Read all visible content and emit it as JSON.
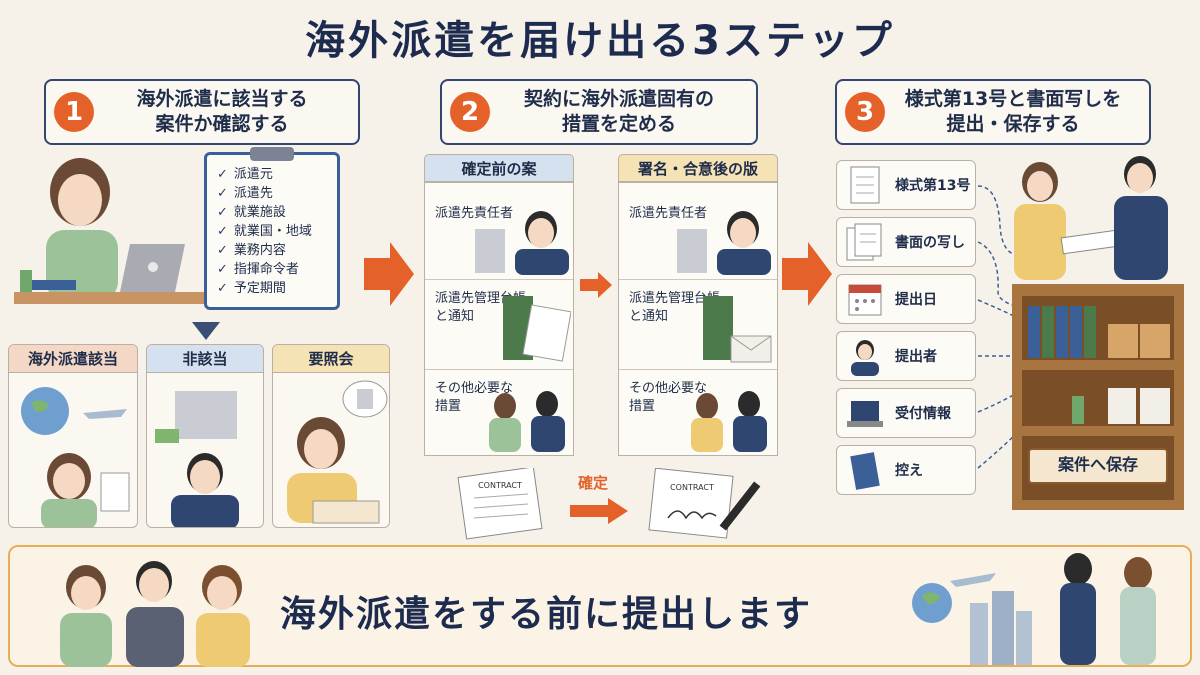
{
  "title": "海外派遣を届け出る3ステップ",
  "steps": [
    {
      "number": "1",
      "text": "海外派遣に該当する\n案件か確認する"
    },
    {
      "number": "2",
      "text": "契約に海外派遣固有の\n措置を定める"
    },
    {
      "number": "3",
      "text": "様式第13号と書面写しを\n提出・保存する"
    }
  ],
  "checklist": [
    "派遣元",
    "派遣先",
    "就業施設",
    "就業国・地域",
    "業務内容",
    "指揮命令者",
    "予定期間"
  ],
  "check_mark": "✓",
  "categories": [
    {
      "label": "海外派遣該当",
      "color": "#f4d7c5"
    },
    {
      "label": "非該当",
      "color": "#d6e1ef"
    },
    {
      "label": "要照会",
      "color": "#f5e2b5"
    }
  ],
  "contract": {
    "before": {
      "header": "確定前の案",
      "rows": [
        "派遣先責任者",
        "派遣先管理台帳\nと通知",
        "その他必要な\n措置"
      ]
    },
    "after": {
      "header": "署名・合意後の版",
      "rows": [
        "派遣先責任者",
        "派遣先管理台帳\nと通知",
        "その他必要な\n措置"
      ]
    },
    "finalize_label": "確定",
    "doc_label_1": "CONTRACT",
    "doc_label_2": "CONTRACT"
  },
  "submit_items": [
    {
      "label": "様式第13号",
      "icon": "form-icon"
    },
    {
      "label": "書面の写し",
      "icon": "copy-icon"
    },
    {
      "label": "提出日",
      "icon": "calendar-icon"
    },
    {
      "label": "提出者",
      "icon": "person-icon"
    },
    {
      "label": "受付情報",
      "icon": "laptop-icon"
    },
    {
      "label": "控え",
      "icon": "binder-icon"
    }
  ],
  "shelf_label": "案件へ保存",
  "bottom_message": "海外派遣をする前に提出します",
  "colors": {
    "accent": "#e4622a",
    "navy": "#1d2b4f",
    "green_cat": "#f4d7c5",
    "blue_cat": "#d6e1ef",
    "yellow_cat": "#f5e2b5"
  }
}
